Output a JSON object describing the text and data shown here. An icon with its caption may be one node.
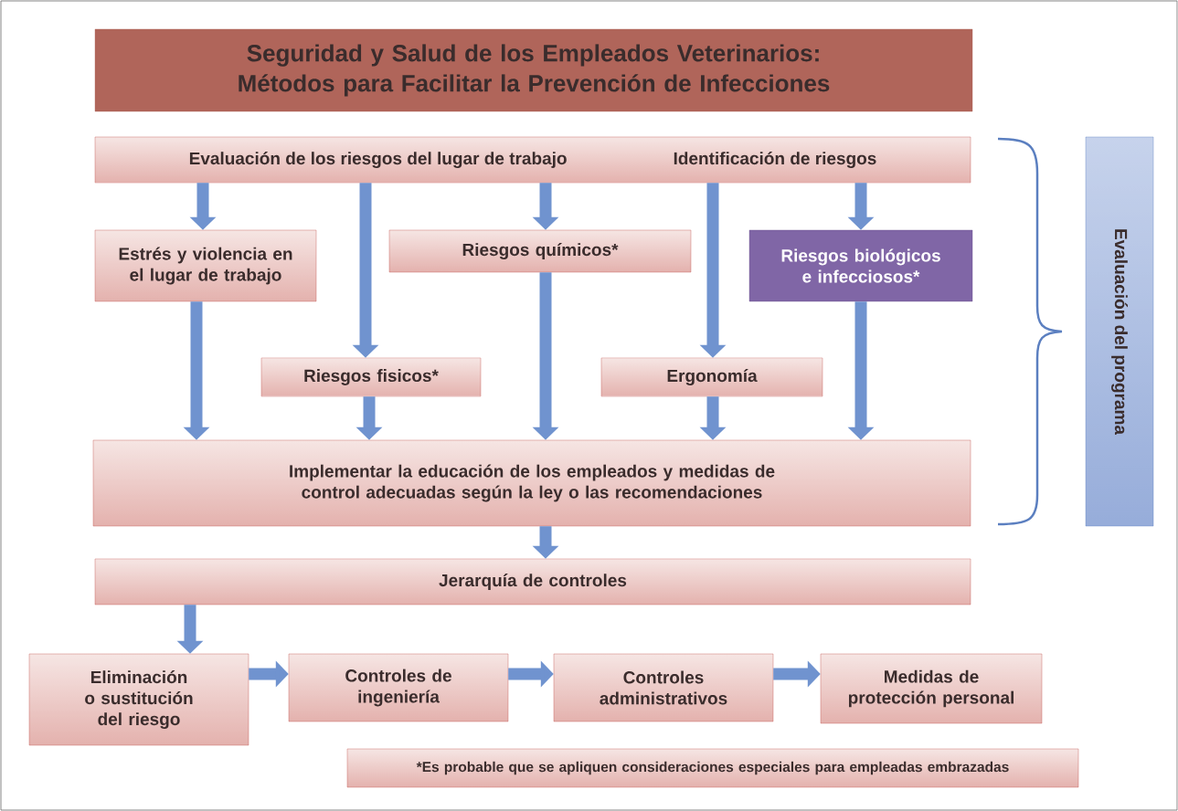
{
  "diagram": {
    "title": "Seguridad y Salud de los Empleados Veterinarios: Métodos para Facilitar la Prevención de Infecciones",
    "nodes": [
      {
        "text": [
          "Evaluación de los riesgos del lugar de trabajo",
          "Identificación de riesgos"
        ]
      },
      {
        "text": [
          "Estrés y violencia en el lugar de trabajo"
        ]
      },
      {
        "text": [
          "Riesgos químicos*"
        ]
      },
      {
        "text": [
          "Riesgos biológicos e infecciosos*"
        ]
      },
      {
        "text": [
          "Riesgos fisicos*"
        ]
      },
      {
        "text": [
          "Ergonomía"
        ]
      },
      {
        "text": [
          "Implementar la educación de los empleados y medidas de control adecuadas según la ley o las recomendaciones"
        ]
      },
      {
        "text": [
          "Jerarquía de controles"
        ]
      },
      {
        "text": [
          "Eliminación o sustitución del riesgo"
        ]
      },
      {
        "text": [
          "Controles de ingeniería"
        ]
      },
      {
        "text": [
          "Controles administrativos"
        ]
      },
      {
        "text": [
          "Medidas de protección personal"
        ]
      },
      {
        "text": [
          "*Es probable que se apliquen consideraciones especiales para empleadas embrazadas"
        ]
      },
      {
        "text": [
          "Evaluación del programa"
        ]
      }
    ],
    "edges": [
      {
        "from": 0,
        "to": 1,
        "arrow": "to"
      },
      {
        "from": 0,
        "to": 4,
        "arrow": "to"
      },
      {
        "from": 0,
        "to": 2,
        "arrow": "to"
      },
      {
        "from": 0,
        "to": 5,
        "arrow": "to"
      },
      {
        "from": 0,
        "to": 3,
        "arrow": "to"
      },
      {
        "from": 1,
        "to": 6,
        "arrow": "to"
      },
      {
        "from": 4,
        "to": 6,
        "arrow": "to"
      },
      {
        "from": 2,
        "to": 6,
        "arrow": "to"
      },
      {
        "from": 5,
        "to": 6,
        "arrow": "to"
      },
      {
        "from": 3,
        "to": 6,
        "arrow": "to"
      },
      {
        "from": 6,
        "to": 7,
        "arrow": "to"
      },
      {
        "from": 7,
        "to": 8,
        "arrow": "to"
      },
      {
        "from": 8,
        "to": 9,
        "arrow": "to"
      },
      {
        "from": 9,
        "to": 10,
        "arrow": "to"
      },
      {
        "from": 10,
        "to": 11,
        "arrow": "to"
      }
    ]
  }
}
